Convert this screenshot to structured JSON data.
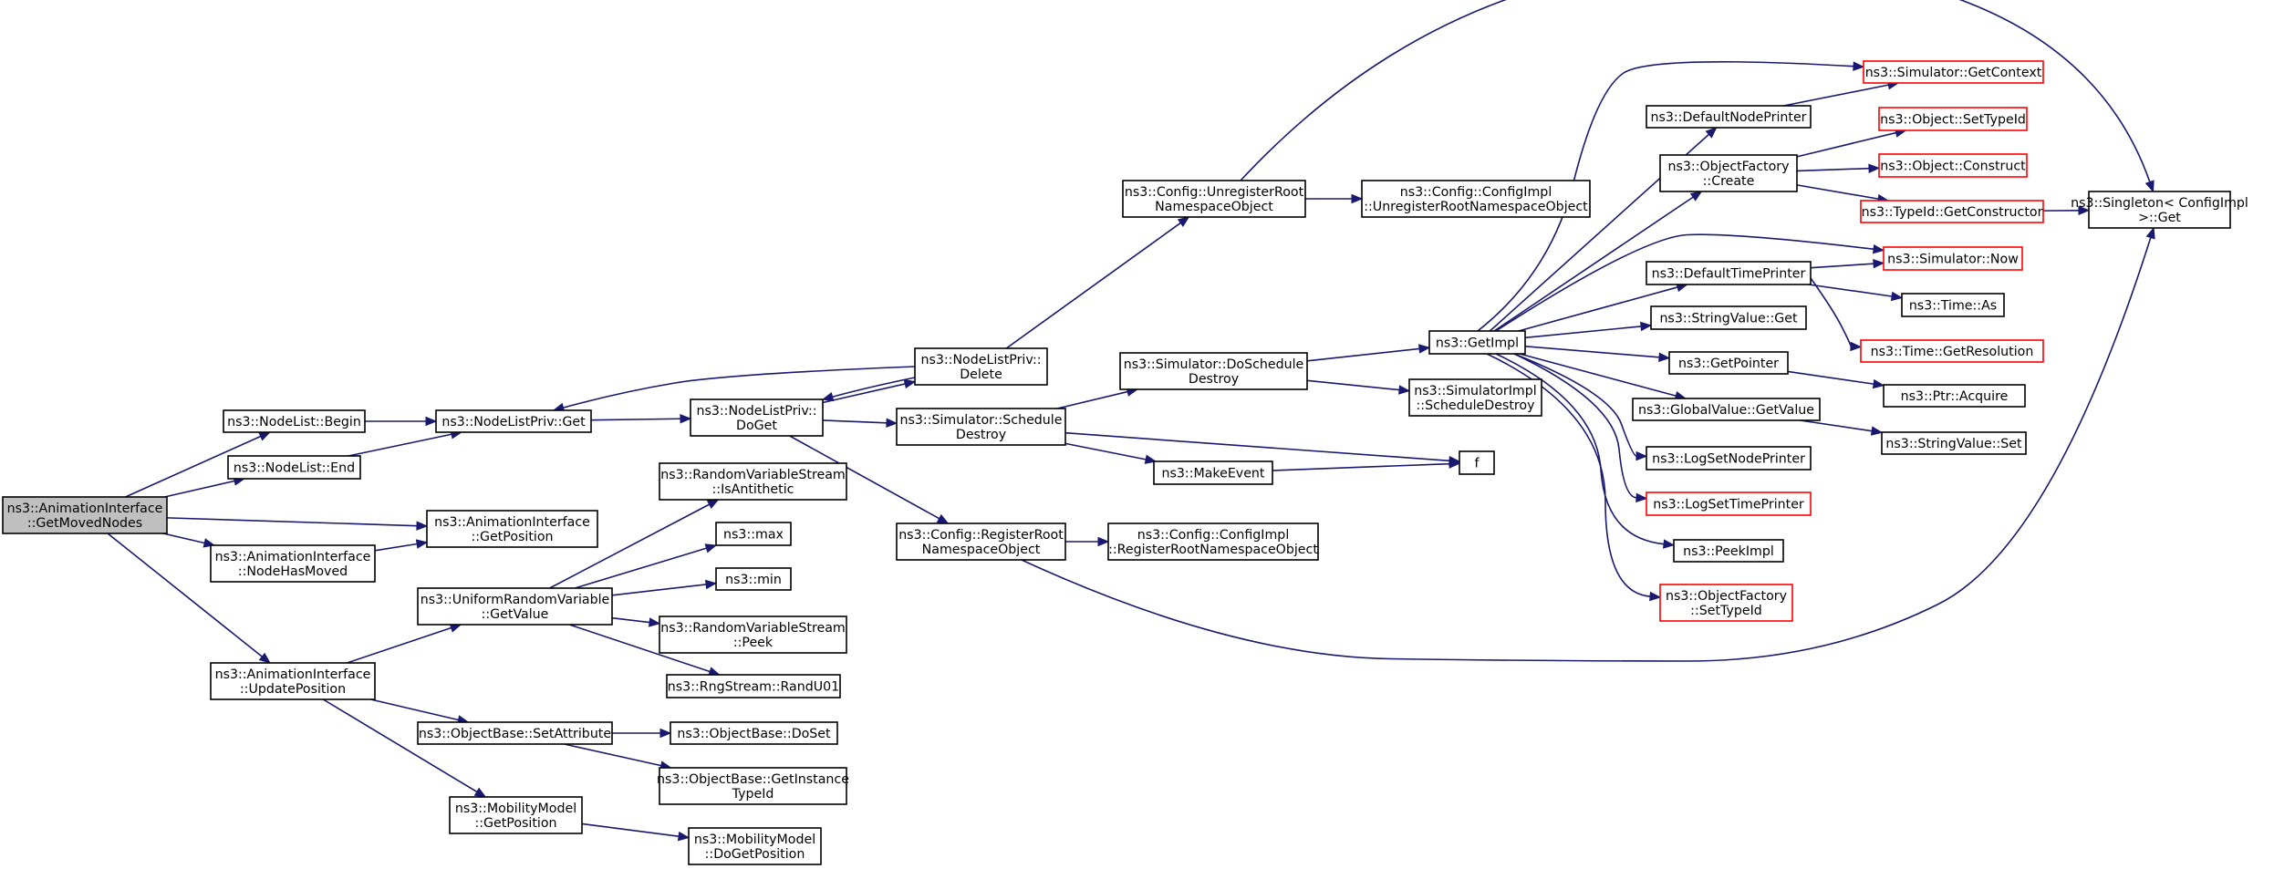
{
  "colors": {
    "edge": "#191970",
    "box_border": "#000000",
    "truncated_border": "#ff0000",
    "root_fill": "#bfbfbf",
    "node_fill": "#ffffff"
  },
  "nodes": {
    "root": {
      "lines": [
        "ns3::AnimationInterface",
        "::GetMovedNodes"
      ],
      "root": true
    },
    "nl_begin": {
      "lines": [
        "ns3::NodeList::Begin"
      ]
    },
    "nl_end": {
      "lines": [
        "ns3::NodeList::End"
      ]
    },
    "nlp_get": {
      "lines": [
        "ns3::NodeListPriv::Get"
      ]
    },
    "nlp_doget": {
      "lines": [
        "ns3::NodeListPriv::",
        "DoGet"
      ]
    },
    "nlp_delete": {
      "lines": [
        "ns3::NodeListPriv::",
        "Delete"
      ]
    },
    "ai_getpos": {
      "lines": [
        "ns3::AnimationInterface",
        "::GetPosition"
      ]
    },
    "ai_nodehasmoved": {
      "lines": [
        "ns3::AnimationInterface",
        "::NodeHasMoved"
      ]
    },
    "ai_updatepos": {
      "lines": [
        "ns3::AnimationInterface",
        "::UpdatePosition"
      ]
    },
    "rvs_isanti": {
      "lines": [
        "ns3::RandomVariableStream",
        "::IsAntithetic"
      ]
    },
    "max": {
      "lines": [
        "ns3::max"
      ]
    },
    "min": {
      "lines": [
        "ns3::min"
      ]
    },
    "urv_getvalue": {
      "lines": [
        "ns3::UniformRandomVariable",
        "::GetValue"
      ]
    },
    "rvs_peek": {
      "lines": [
        "ns3::RandomVariableStream",
        "::Peek"
      ]
    },
    "rng_randu01": {
      "lines": [
        "ns3::RngStream::RandU01"
      ]
    },
    "ob_setattr": {
      "lines": [
        "ns3::ObjectBase::SetAttribute"
      ]
    },
    "ob_doset": {
      "lines": [
        "ns3::ObjectBase::DoSet"
      ]
    },
    "ob_getinst": {
      "lines": [
        "ns3::ObjectBase::GetInstance",
        "TypeId"
      ]
    },
    "mm_getpos": {
      "lines": [
        "ns3::MobilityModel",
        "::GetPosition"
      ]
    },
    "mm_dogetpos": {
      "lines": [
        "ns3::MobilityModel",
        "::DoGetPosition"
      ]
    },
    "cfg_unreg": {
      "lines": [
        "ns3::Config::UnregisterRoot",
        "NamespaceObject"
      ]
    },
    "cfgimpl_unreg": {
      "lines": [
        "ns3::Config::ConfigImpl",
        "::UnregisterRootNamespaceObject"
      ]
    },
    "sim_dosched": {
      "lines": [
        "ns3::Simulator::DoSchedule",
        "Destroy"
      ]
    },
    "sim_sched": {
      "lines": [
        "ns3::Simulator::Schedule",
        "Destroy"
      ]
    },
    "simimpl_sched": {
      "lines": [
        "ns3::SimulatorImpl",
        "::ScheduleDestroy"
      ]
    },
    "makeevent": {
      "lines": [
        "ns3::MakeEvent"
      ]
    },
    "f": {
      "lines": [
        "f"
      ]
    },
    "cfg_reg": {
      "lines": [
        "ns3::Config::RegisterRoot",
        "NamespaceObject"
      ]
    },
    "cfgimpl_reg": {
      "lines": [
        "ns3::Config::ConfigImpl",
        "::RegisterRootNamespaceObject"
      ]
    },
    "getimpl": {
      "lines": [
        "ns3::GetImpl"
      ]
    },
    "def_nodeprinter": {
      "lines": [
        "ns3::DefaultNodePrinter"
      ]
    },
    "objfactory_create": {
      "lines": [
        "ns3::ObjectFactory",
        "::Create"
      ]
    },
    "def_timeprinter": {
      "lines": [
        "ns3::DefaultTimePrinter"
      ]
    },
    "stringvalue_get": {
      "lines": [
        "ns3::StringValue::Get"
      ]
    },
    "getpointer": {
      "lines": [
        "ns3::GetPointer"
      ]
    },
    "globalvalue_getvalue": {
      "lines": [
        "ns3::GlobalValue::GetValue"
      ]
    },
    "logsetnodeprinter": {
      "lines": [
        "ns3::LogSetNodePrinter"
      ]
    },
    "logsettimeprinter": {
      "lines": [
        "ns3::LogSetTimePrinter"
      ],
      "truncated": true
    },
    "peekimpl": {
      "lines": [
        "ns3::PeekImpl"
      ]
    },
    "objfactory_settypeid": {
      "lines": [
        "ns3::ObjectFactory",
        "::SetTypeId"
      ],
      "truncated": true
    },
    "sim_getcontext": {
      "lines": [
        "ns3::Simulator::GetContext"
      ],
      "truncated": true
    },
    "object_settypeid": {
      "lines": [
        "ns3::Object::SetTypeId"
      ],
      "truncated": true
    },
    "object_construct": {
      "lines": [
        "ns3::Object::Construct"
      ],
      "truncated": true
    },
    "typeid_getconstructor": {
      "lines": [
        "ns3::TypeId::GetConstructor"
      ],
      "truncated": true
    },
    "sim_now": {
      "lines": [
        "ns3::Simulator::Now"
      ],
      "truncated": true
    },
    "time_as": {
      "lines": [
        "ns3::Time::As"
      ]
    },
    "time_getres": {
      "lines": [
        "ns3::Time::GetResolution"
      ],
      "truncated": true
    },
    "ptr_acquire": {
      "lines": [
        "ns3::Ptr::Acquire"
      ]
    },
    "stringvalue_set": {
      "lines": [
        "ns3::StringValue::Set"
      ]
    },
    "singleton_get": {
      "lines": [
        "ns3::Singleton< ConfigImpl",
        " >::Get"
      ]
    }
  },
  "edges": [
    [
      "root",
      "nl_begin"
    ],
    [
      "root",
      "nl_end"
    ],
    [
      "root",
      "ai_getpos"
    ],
    [
      "root",
      "ai_nodehasmoved"
    ],
    [
      "root",
      "ai_updatepos"
    ],
    [
      "nl_begin",
      "nlp_get"
    ],
    [
      "nl_end",
      "nlp_get"
    ],
    [
      "nlp_get",
      "nlp_doget"
    ],
    [
      "nlp_doget",
      "nlp_delete"
    ],
    [
      "nlp_delete",
      "nlp_get"
    ],
    [
      "nlp_delete",
      "nlp_doget"
    ],
    [
      "nlp_doget",
      "sim_sched"
    ],
    [
      "nlp_doget",
      "cfg_reg"
    ],
    [
      "nlp_delete",
      "cfg_unreg"
    ],
    [
      "ai_nodehasmoved",
      "ai_getpos"
    ],
    [
      "ai_updatepos",
      "urv_getvalue"
    ],
    [
      "ai_updatepos",
      "ob_setattr"
    ],
    [
      "ai_updatepos",
      "mm_getpos"
    ],
    [
      "urv_getvalue",
      "rvs_isanti"
    ],
    [
      "urv_getvalue",
      "max"
    ],
    [
      "urv_getvalue",
      "min"
    ],
    [
      "urv_getvalue",
      "rvs_peek"
    ],
    [
      "urv_getvalue",
      "rng_randu01"
    ],
    [
      "ob_setattr",
      "ob_doset"
    ],
    [
      "ob_setattr",
      "ob_getinst"
    ],
    [
      "mm_getpos",
      "mm_dogetpos"
    ],
    [
      "cfg_unreg",
      "cfgimpl_unreg"
    ],
    [
      "cfg_unreg",
      "singleton_get"
    ],
    [
      "sim_sched",
      "sim_dosched"
    ],
    [
      "sim_sched",
      "makeevent"
    ],
    [
      "sim_sched",
      "f"
    ],
    [
      "sim_dosched",
      "getimpl"
    ],
    [
      "sim_dosched",
      "simimpl_sched"
    ],
    [
      "makeevent",
      "f"
    ],
    [
      "cfg_reg",
      "cfgimpl_reg"
    ],
    [
      "cfg_reg",
      "singleton_get"
    ],
    [
      "getimpl",
      "sim_getcontext"
    ],
    [
      "getimpl",
      "def_nodeprinter"
    ],
    [
      "getimpl",
      "objfactory_create"
    ],
    [
      "getimpl",
      "sim_now"
    ],
    [
      "getimpl",
      "def_timeprinter"
    ],
    [
      "getimpl",
      "stringvalue_get"
    ],
    [
      "getimpl",
      "getpointer"
    ],
    [
      "getimpl",
      "globalvalue_getvalue"
    ],
    [
      "getimpl",
      "logsetnodeprinter"
    ],
    [
      "getimpl",
      "logsettimeprinter"
    ],
    [
      "getimpl",
      "peekimpl"
    ],
    [
      "getimpl",
      "objfactory_settypeid"
    ],
    [
      "def_nodeprinter",
      "sim_getcontext"
    ],
    [
      "objfactory_create",
      "object_settypeid"
    ],
    [
      "objfactory_create",
      "object_construct"
    ],
    [
      "objfactory_create",
      "typeid_getconstructor"
    ],
    [
      "typeid_getconstructor",
      "singleton_get"
    ],
    [
      "def_timeprinter",
      "sim_now"
    ],
    [
      "def_timeprinter",
      "time_as"
    ],
    [
      "def_timeprinter",
      "time_getres"
    ],
    [
      "getpointer",
      "ptr_acquire"
    ],
    [
      "globalvalue_getvalue",
      "stringvalue_set"
    ]
  ]
}
